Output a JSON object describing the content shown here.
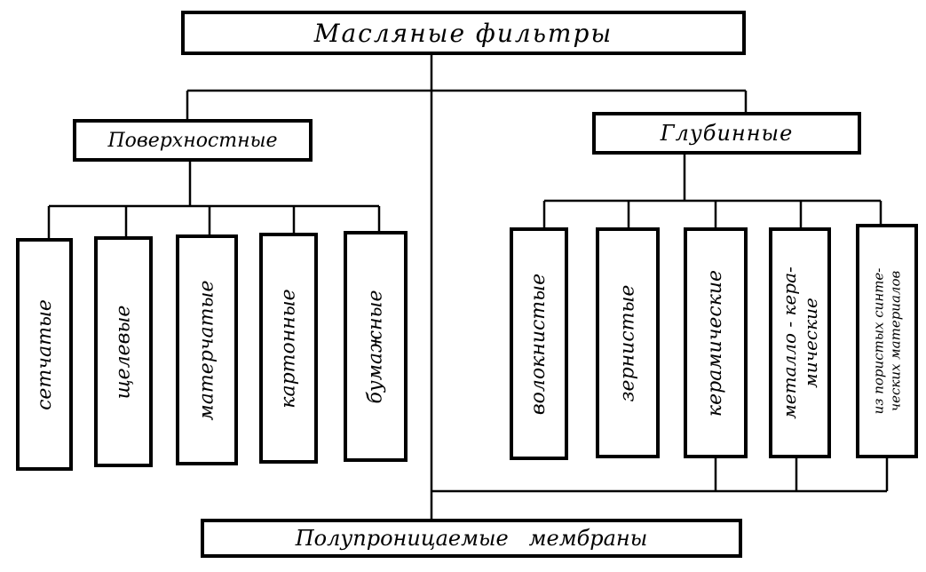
{
  "root": {
    "label": "Масляные фильтры"
  },
  "groups": [
    {
      "label": "Поверхностные",
      "items": [
        "сетчатые",
        "щелевые",
        "матерчатые",
        "картонные",
        "бумажные"
      ]
    },
    {
      "label": "Глубинные",
      "items": [
        "волокнистые",
        "зернистые",
        "керамические",
        [
          "металло - кера-",
          "мические"
        ],
        [
          "из пористых синте-",
          "ческих материалов"
        ]
      ]
    }
  ],
  "bottom": {
    "label": "Полупроницаемые   мембраны"
  }
}
